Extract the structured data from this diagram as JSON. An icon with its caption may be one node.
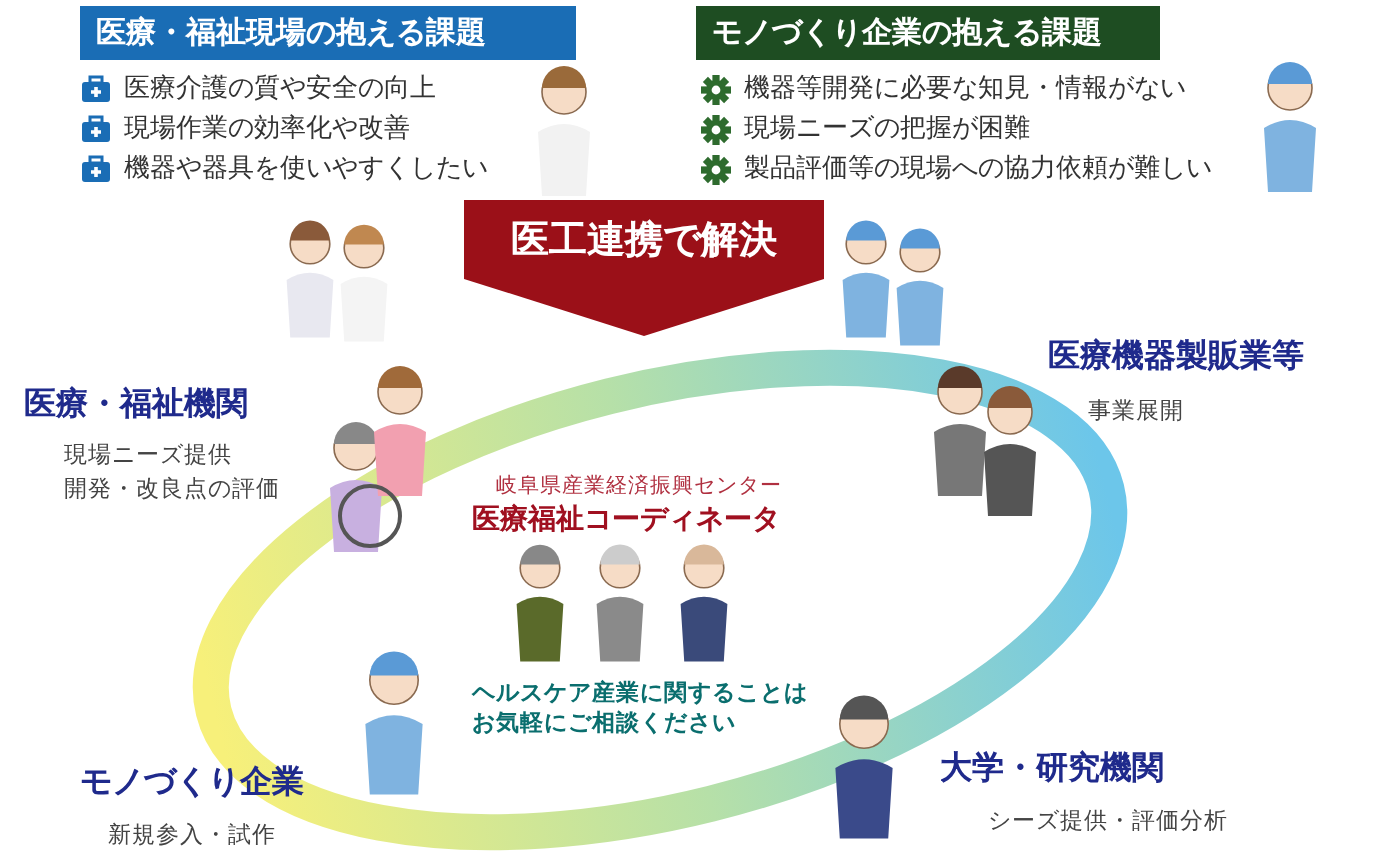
{
  "diagram": {
    "nodes": [
      {
        "text": [
          "医療・福祉現場の抱える課題"
        ]
      },
      {
        "text": [
          "モノづくり企業の抱える課題"
        ]
      },
      {
        "text": [
          "医工連携で解決"
        ]
      },
      {
        "text": [
          "医療・福祉機関",
          "現場ニーズ提供",
          "開発・改良点の評価"
        ]
      },
      {
        "text": [
          "医療機器製販業等",
          "事業展開"
        ]
      },
      {
        "text": [
          "岐阜県産業経済振興センター",
          "医療福祉コーディネータ",
          "ヘルスケア産業に関することはお気軽にご相談ください"
        ]
      },
      {
        "text": [
          "モノづくり企業",
          "新規参入・試作"
        ]
      },
      {
        "text": [
          "大学・研究機関",
          "シーズ提供・評価分析"
        ]
      }
    ],
    "labels": [
      "医療介護の質や安全の向上",
      "現場作業の効率化や改善",
      "機器や器具を使いやすくしたい",
      "機器等開発に必要な知見・情報がない",
      "現場ニーズの把握が困難",
      "製品評価等の現場への協力依頼が難しい"
    ]
  }
}
